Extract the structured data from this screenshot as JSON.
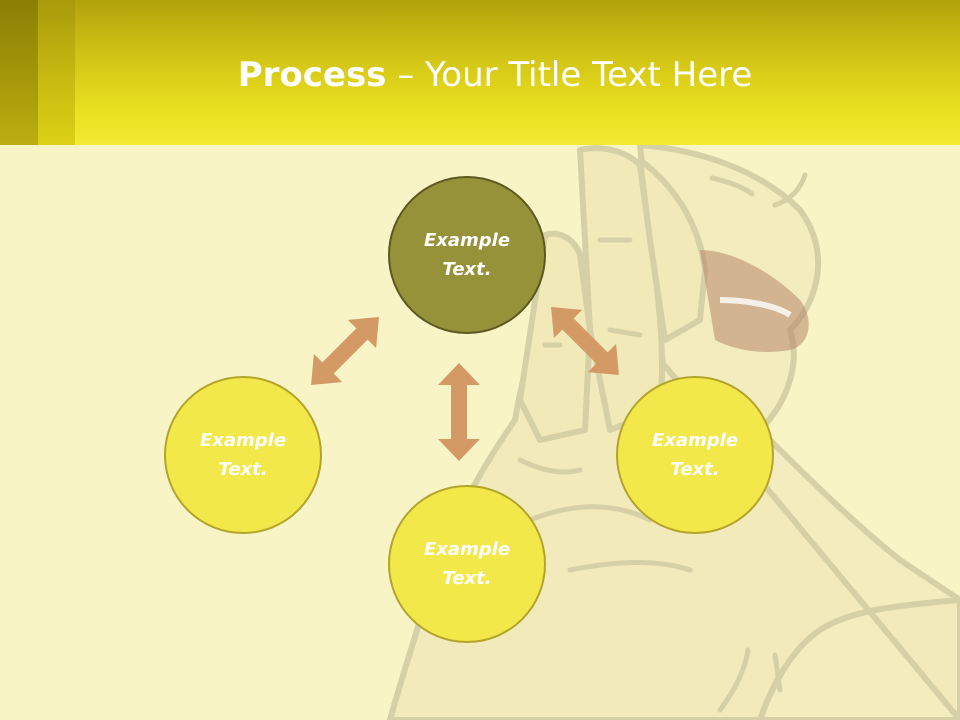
{
  "title": {
    "bold": "Process",
    "rest": " – Your Title Text Here"
  },
  "diagram": {
    "nodes": [
      {
        "id": "top",
        "label": "Example\nText."
      },
      {
        "id": "left",
        "label": "Example\nText."
      },
      {
        "id": "right",
        "label": "Example\nText."
      },
      {
        "id": "bottom",
        "label": "Example\nText."
      }
    ]
  },
  "colors": {
    "header": "#e9e01f",
    "background": "#f9f4c6",
    "node_fill": "#f2e84a",
    "node_active_fill": "#96923a",
    "arrow": "#d39a66"
  }
}
